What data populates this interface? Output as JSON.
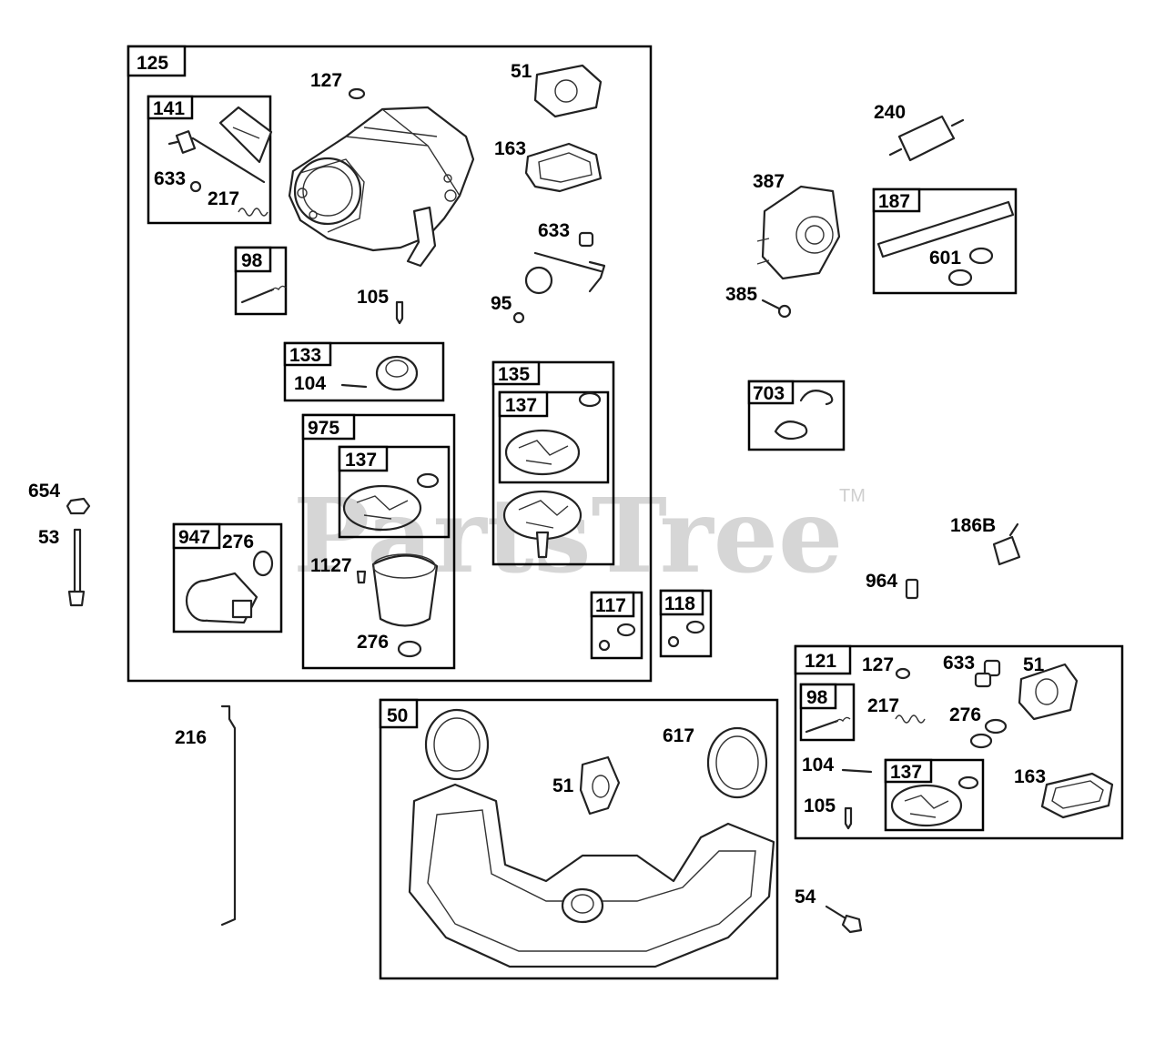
{
  "watermark": {
    "text": "PartsTree",
    "trademark": "TM"
  },
  "groups": {
    "g125": "125",
    "g141": "141",
    "g98a": "98",
    "g133": "133",
    "g975": "975",
    "g137a": "137",
    "g135": "135",
    "g137b": "137",
    "g947": "947",
    "g117": "117",
    "g118": "118",
    "g187": "187",
    "g703": "703",
    "g121": "121",
    "g98b": "98",
    "g137c": "137",
    "g50": "50"
  },
  "labels": {
    "p127a": "127",
    "p51a": "51",
    "p163a": "163",
    "p633a": "633",
    "p217a": "217",
    "p633b": "633",
    "p105a": "105",
    "p95": "95",
    "p104a": "104",
    "p276a": "276",
    "p1127": "1127",
    "p276b": "276",
    "p240": "240",
    "p387": "387",
    "p601": "601",
    "p385": "385",
    "p654": "654",
    "p53": "53",
    "p186b": "186B",
    "p964": "964",
    "p127b": "127",
    "p633c": "633",
    "p51b": "51",
    "p217b": "217",
    "p276c": "276",
    "p104b": "104",
    "p163b": "163",
    "p105b": "105",
    "p216": "216",
    "p617": "617",
    "p51c": "51",
    "p54": "54"
  }
}
